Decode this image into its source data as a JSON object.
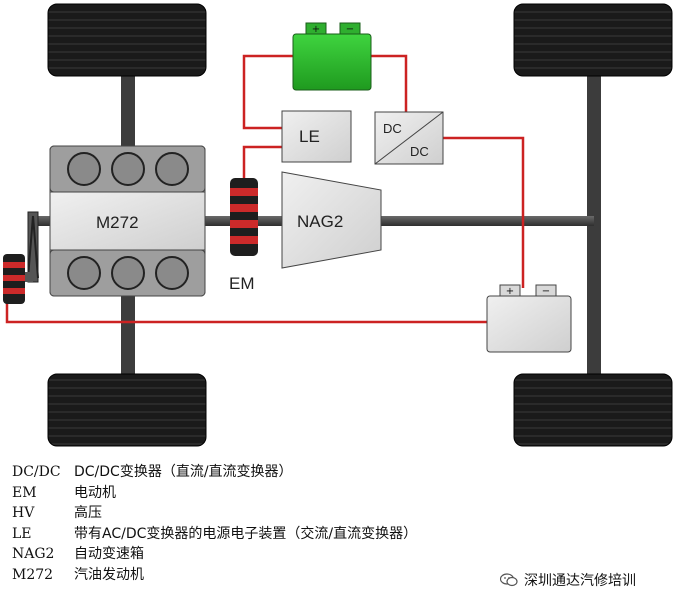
{
  "diagram": {
    "nodes": {
      "engine": "M272",
      "transmission": "NAG2",
      "le": "LE",
      "dcdc_line1": "DC",
      "dcdc_line2": "DC",
      "em": "EM",
      "hv_battery_plus": "+",
      "hv_battery_minus": "−",
      "lv_battery_plus": "+",
      "lv_battery_minus": "−"
    },
    "colors": {
      "wire": "#cc2222",
      "hv_battery": "#2eb82e",
      "axle": "#444444",
      "tire": "#1a1a1a",
      "box": "#e6e6e6"
    }
  },
  "legend": [
    {
      "abbr": "DC/DC",
      "desc": "DC/DC变换器（直流/直流变换器）"
    },
    {
      "abbr": "EM",
      "desc": "电动机"
    },
    {
      "abbr": "HV",
      "desc": "高压"
    },
    {
      "abbr": "LE",
      "desc": "带有AC/DC变换器的电源电子装置（交流/直流变换器）"
    },
    {
      "abbr": "NAG2",
      "desc": "自动变速箱"
    },
    {
      "abbr": "M272",
      "desc": "汽油发动机"
    }
  ],
  "watermark": {
    "text": "深圳通达汽修培训",
    "icon": "wechat-icon"
  }
}
